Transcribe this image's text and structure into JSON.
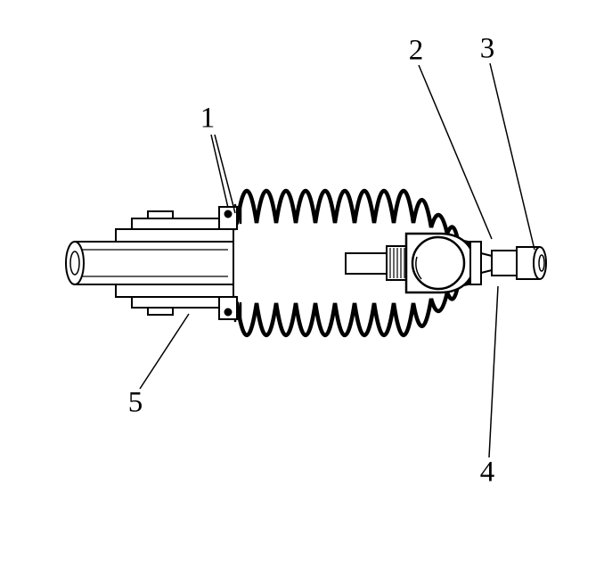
{
  "diagram": {
    "background_color": "#ffffff",
    "line_color": "#000000",
    "callouts": [
      {
        "label": "1"
      },
      {
        "label": "2"
      },
      {
        "label": "3"
      },
      {
        "label": "4"
      },
      {
        "label": "5"
      }
    ]
  }
}
